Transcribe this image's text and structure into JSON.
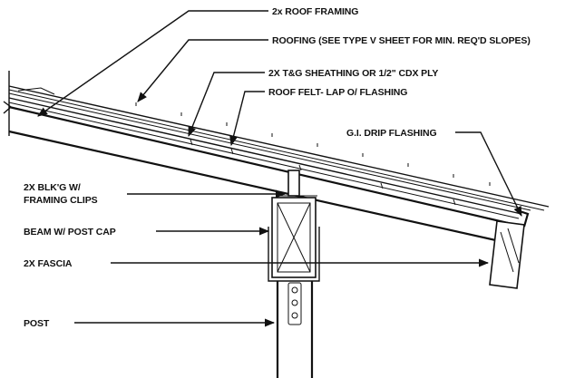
{
  "labels": {
    "roof_framing": "2x ROOF FRAMING",
    "roofing": "ROOFING (SEE TYPE V SHEET FOR MIN. REQ'D SLOPES)",
    "sheathing": "2X T&G SHEATHING OR 1/2\" CDX PLY",
    "roof_felt": "ROOF FELT- LAP O/  FLASHING",
    "drip_flashing": "G.I. DRIP FLASHING",
    "blocking_line1": "2X BLK'G W/",
    "blocking_line2": "FRAMING CLIPS",
    "beam": "BEAM W/ POST CAP",
    "fascia": "2X FASCIA",
    "post": "POST"
  },
  "colors": {
    "ink": "#111111",
    "background": "#ffffff"
  }
}
